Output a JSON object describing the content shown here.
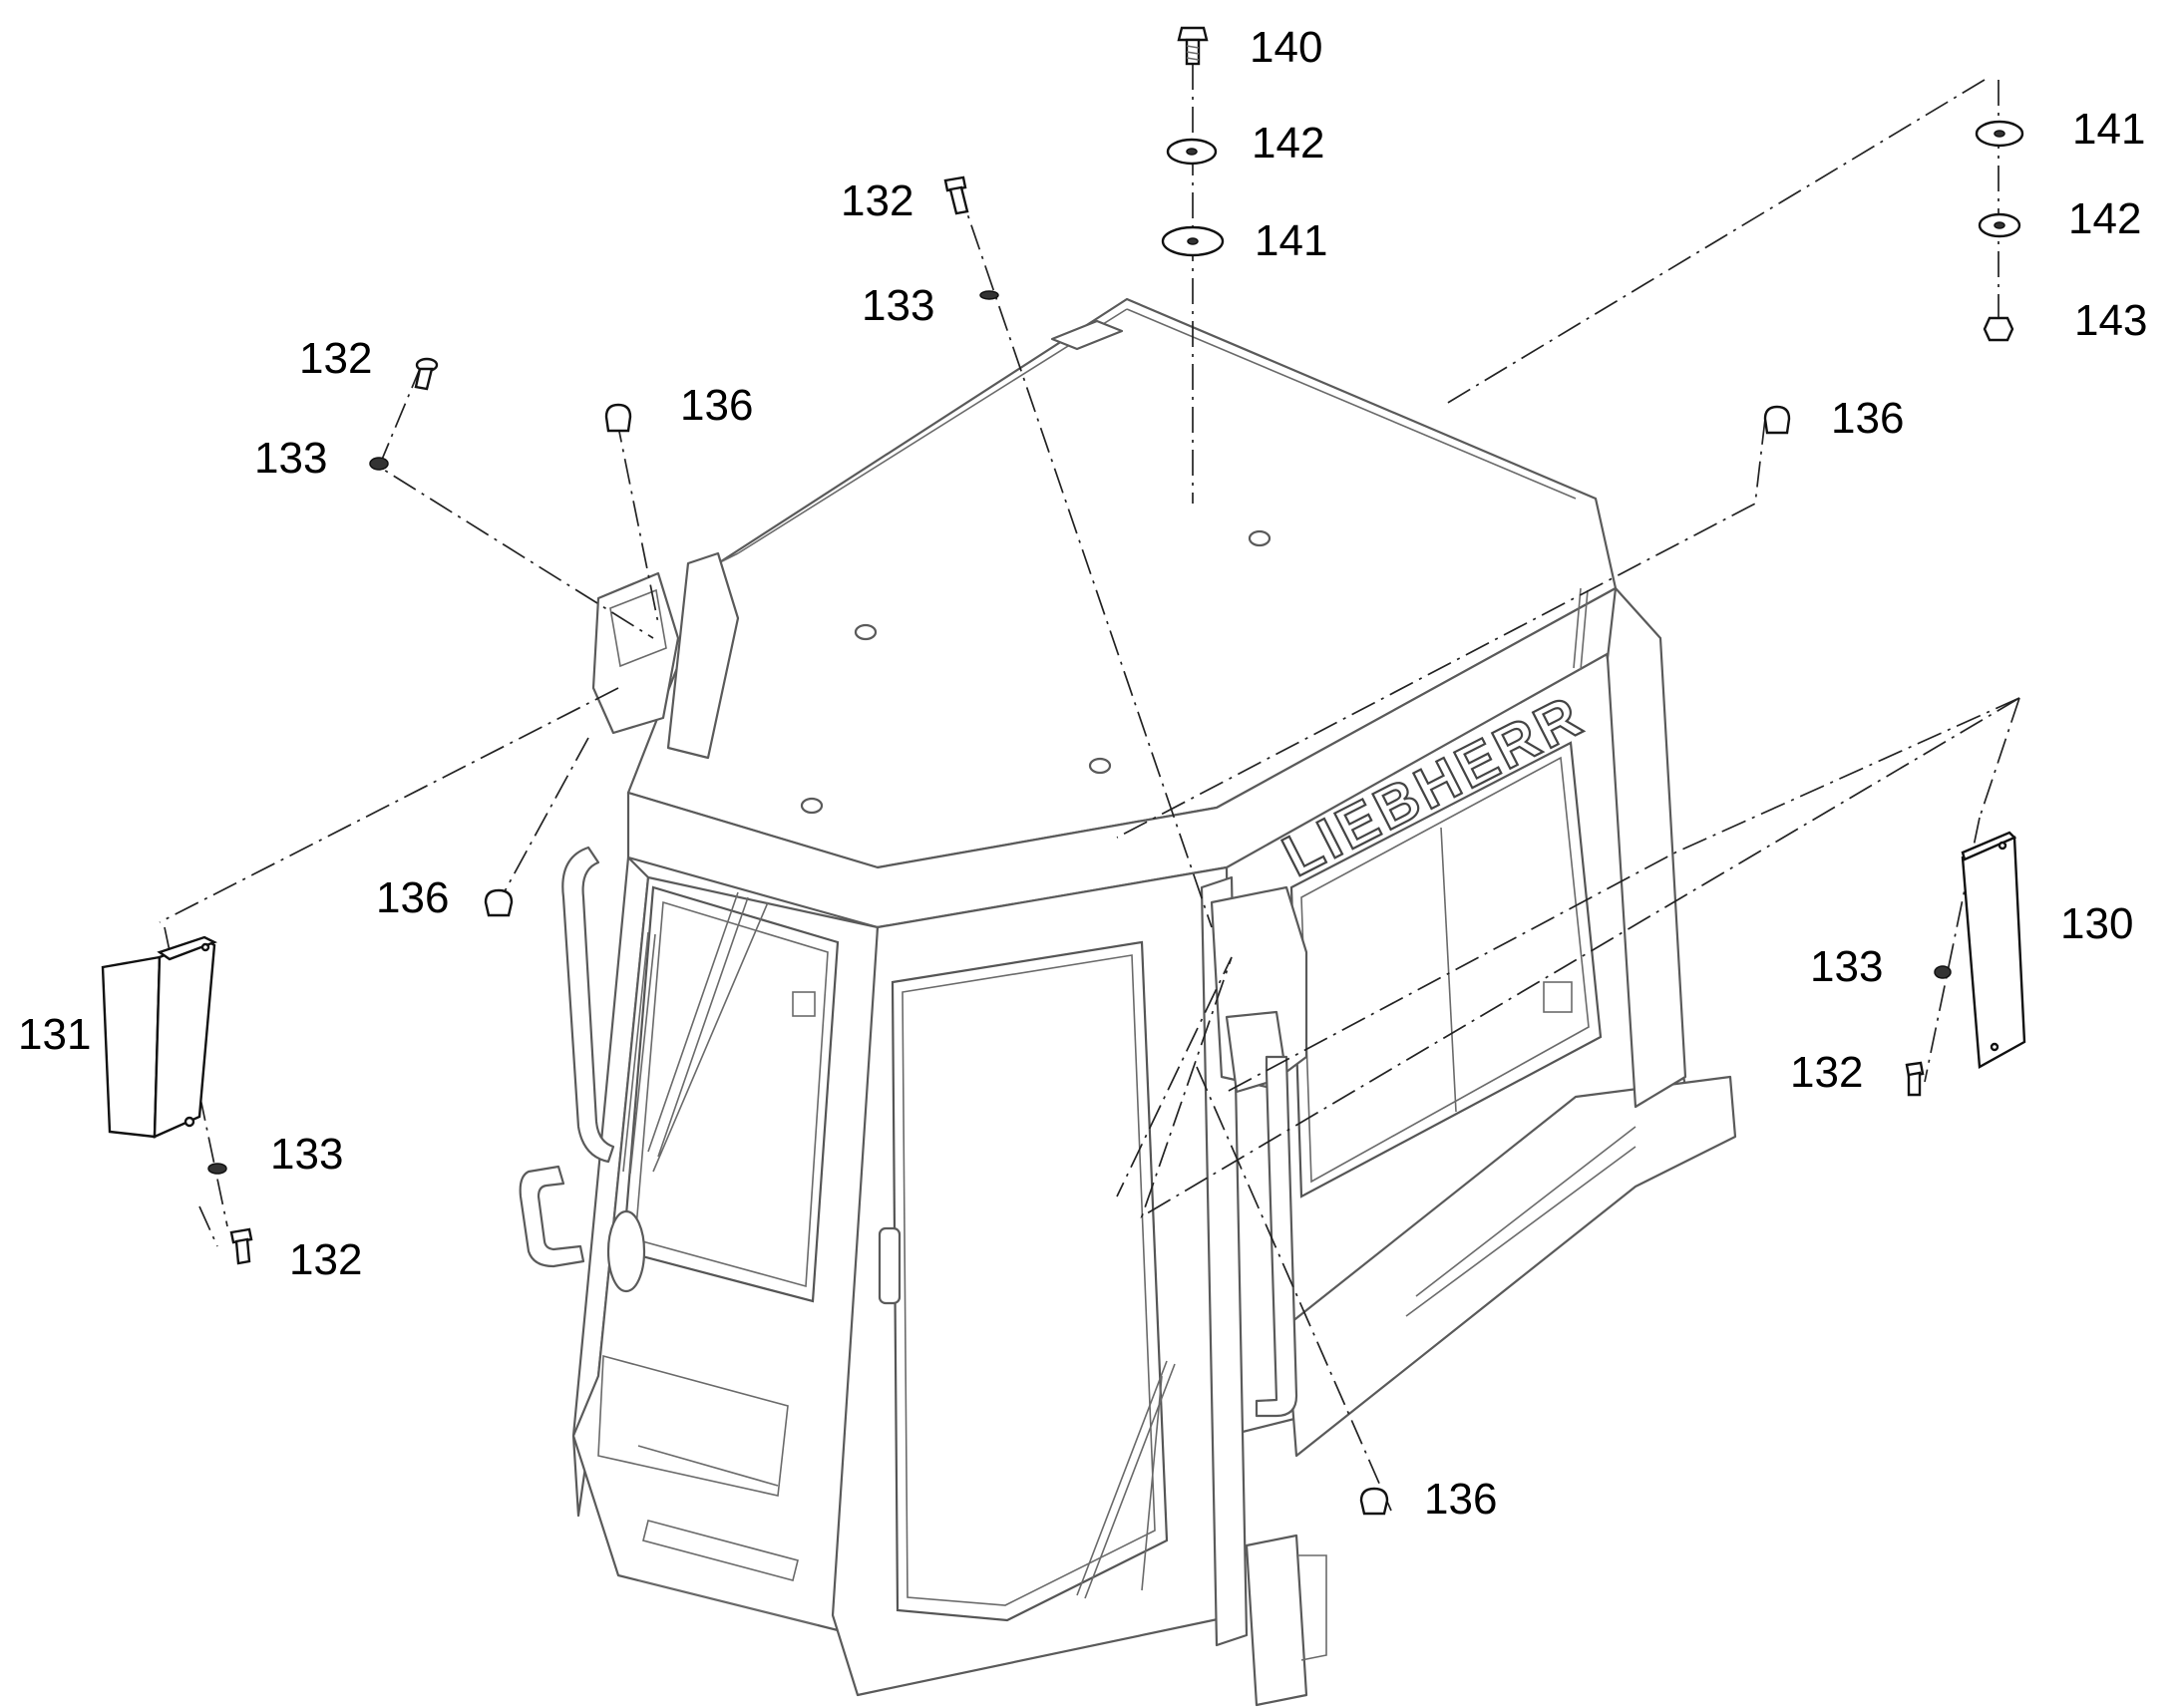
{
  "brand": "LIEBHERR",
  "callouts": {
    "c140_top": "140",
    "c142_top": "142",
    "c141_top": "141",
    "c141_right": "141",
    "c142_right": "142",
    "c143_right": "143",
    "c132_center": "132",
    "c133_center": "133",
    "c132_left": "132",
    "c133_left": "133",
    "c136_topleft": "136",
    "c136_topright": "136",
    "c136_left": "136",
    "c136_bottom": "136",
    "c131": "131",
    "c133_lowleft": "133",
    "c132_lowleft": "132",
    "c130": "130",
    "c133_right": "133",
    "c132_right": "132"
  }
}
